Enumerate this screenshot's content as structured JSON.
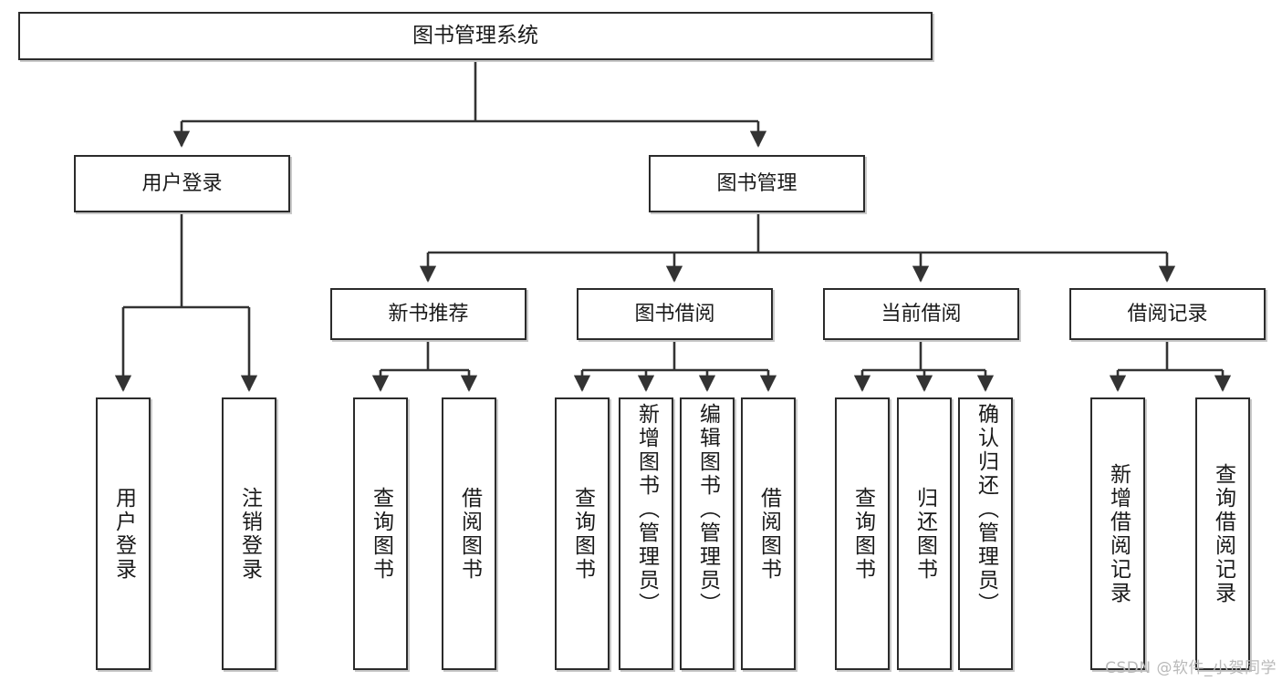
{
  "diagram": {
    "type": "tree",
    "title": "图书管理系统",
    "watermark": "CSDN @软件_小贺同学",
    "colors": {
      "box_border": "#2b2b2b",
      "box_fill": "#ffffff",
      "box_shadow": "#c9c9c9",
      "connector": "#333333",
      "text": "#1a1a1a",
      "watermark": "#b9b9b9"
    },
    "root": {
      "label": "图书管理系统"
    },
    "level1": [
      {
        "label": "用户登录"
      },
      {
        "label": "图书管理"
      }
    ],
    "level2": [
      {
        "label": "新书推荐"
      },
      {
        "label": "图书借阅"
      },
      {
        "label": "当前借阅"
      },
      {
        "label": "借阅记录"
      }
    ],
    "leaves": {
      "user_login": [
        {
          "label": "用户登录"
        },
        {
          "label": "注销登录"
        }
      ],
      "new_book": [
        {
          "label": "查询图书"
        },
        {
          "label": "借阅图书"
        }
      ],
      "book_borrow": [
        {
          "label": "查询图书"
        },
        {
          "label": "新增图书（管理员）"
        },
        {
          "label": "编辑图书（管理员）"
        },
        {
          "label": "借阅图书"
        }
      ],
      "current_borrow": [
        {
          "label": "查询图书"
        },
        {
          "label": "归还图书"
        },
        {
          "label": "确认归还（管理员）"
        }
      ],
      "borrow_record": [
        {
          "label": "新增借阅记录"
        },
        {
          "label": "查询借阅记录"
        }
      ]
    }
  }
}
